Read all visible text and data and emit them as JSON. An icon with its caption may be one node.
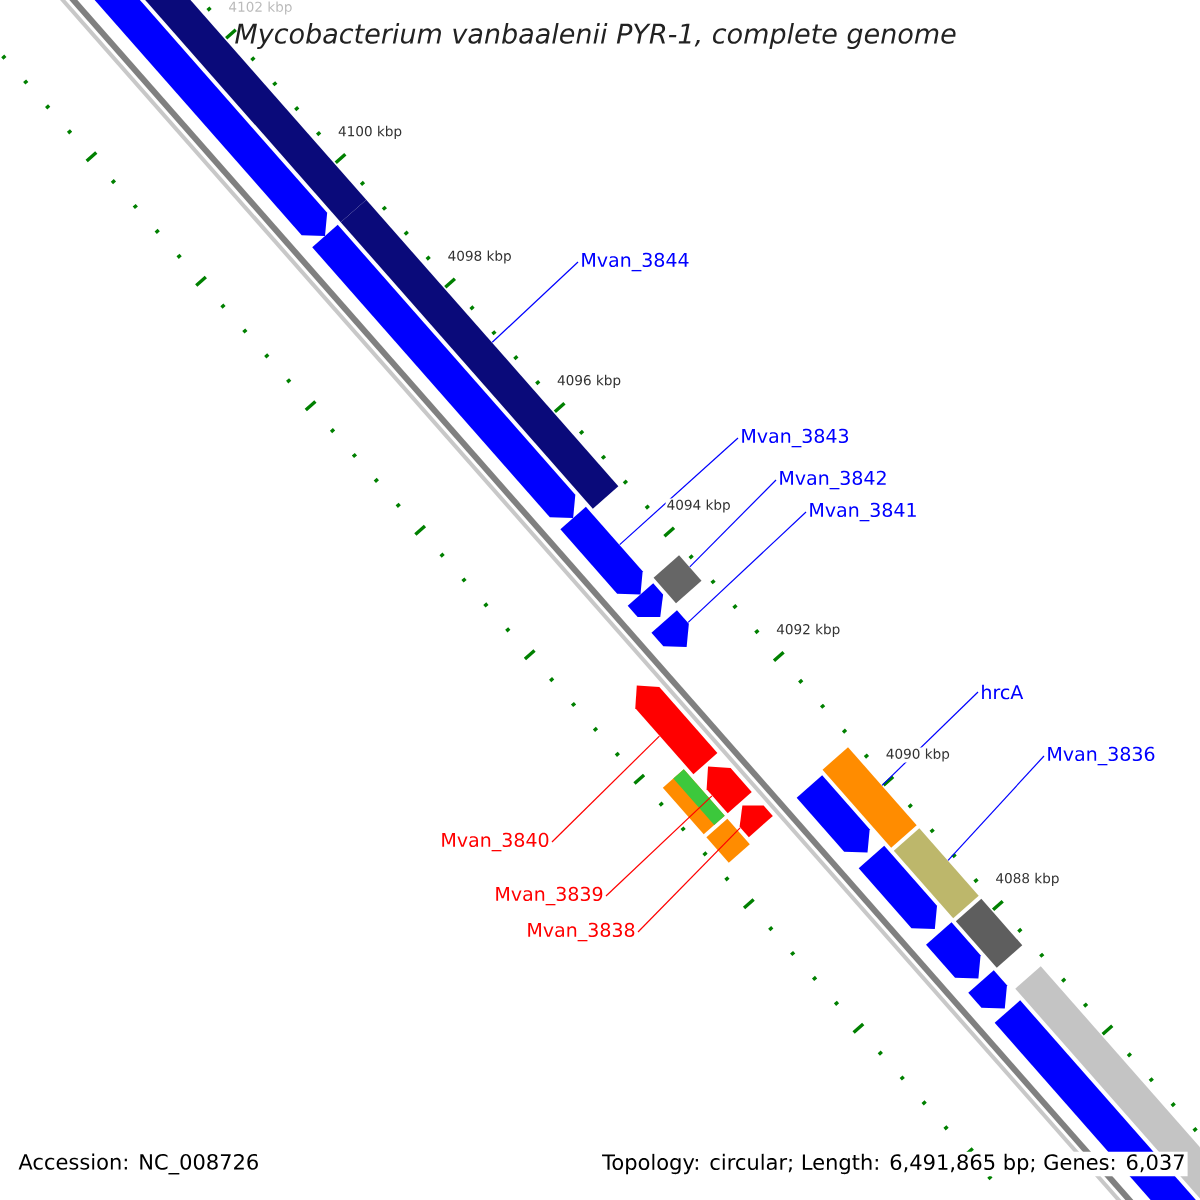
{
  "diagram": {
    "title": "Mycobacterium vanbaalenii PYR-1, complete genome",
    "nodes": [
      {
        "text": [
          "Mvan_3844"
        ]
      },
      {
        "text": [
          "Mvan_3843"
        ]
      },
      {
        "text": [
          "Mvan_3842"
        ]
      },
      {
        "text": [
          "Mvan_3841"
        ]
      },
      {
        "text": [
          "hrcA"
        ]
      },
      {
        "text": [
          "Mvan_3836"
        ]
      },
      {
        "text": [
          "Mvan_3840"
        ]
      },
      {
        "text": [
          "Mvan_3839"
        ]
      },
      {
        "text": [
          "Mvan_3838"
        ]
      },
      {
        "text": [],
        "shape": "arrow"
      },
      {
        "text": [],
        "shape": "bar"
      },
      {
        "text": [],
        "shape": "arrow"
      },
      {
        "text": [],
        "shape": "bar"
      },
      {
        "text": [],
        "shape": "arrow"
      },
      {
        "text": [],
        "shape": "bar"
      },
      {
        "text": [],
        "shape": "arrow"
      },
      {
        "text": [],
        "shape": "arrow"
      },
      {
        "text": [],
        "shape": "arrow"
      },
      {
        "text": [],
        "shape": "bar"
      },
      {
        "text": [],
        "shape": "arrow"
      },
      {
        "text": [],
        "shape": "bar"
      },
      {
        "text": [],
        "shape": "arrow"
      },
      {
        "text": [],
        "shape": "bar"
      },
      {
        "text": [],
        "shape": "arrow"
      },
      {
        "text": [],
        "shape": "arrow"
      },
      {
        "text": [],
        "shape": "bar"
      },
      {
        "text": [],
        "shape": "arrow"
      },
      {
        "text": [],
        "shape": "bar"
      },
      {
        "text": [],
        "shape": "arrow"
      },
      {
        "text": [],
        "shape": "bar"
      },
      {
        "text": [],
        "shape": "arrow"
      }
    ],
    "edges": [
      {
        "from": 0,
        "to": 12,
        "arrow": "none"
      },
      {
        "from": 1,
        "to": 13,
        "arrow": "none"
      },
      {
        "from": 2,
        "to": 14,
        "arrow": "none"
      },
      {
        "from": 3,
        "to": 16,
        "arrow": "none"
      },
      {
        "from": 4,
        "to": 22,
        "arrow": "none"
      },
      {
        "from": 5,
        "to": 25,
        "arrow": "none"
      },
      {
        "from": 6,
        "to": 17,
        "arrow": "none",
        "color": "#ff0000"
      },
      {
        "from": 7,
        "to": 19,
        "arrow": "none",
        "color": "#ff0000"
      },
      {
        "from": 8,
        "to": 21,
        "arrow": "none",
        "color": "#ff0000"
      }
    ],
    "labels": [
      "4102 kbp",
      "4100 kbp",
      "4098 kbp",
      "4096 kbp",
      "4094 kbp",
      "4092 kbp",
      "4090 kbp",
      "4088 kbp",
      "Accession: NC_008726",
      "Topology: circular; Length: 6,491,865 bp; Genes: 6,037"
    ]
  }
}
